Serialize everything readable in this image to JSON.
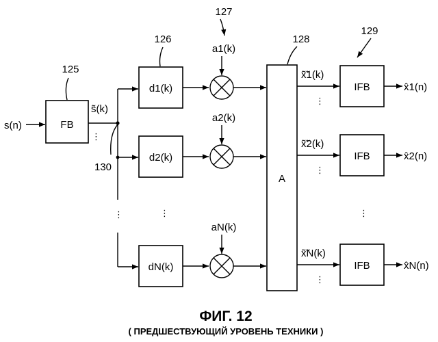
{
  "figure": {
    "title": "ФИГ. 12",
    "subtitle": "( ПРЕДШЕСТВУЮЩИЙ УРОВЕНЬ ТЕХНИКИ )"
  },
  "input_label": "s(n)",
  "fb": {
    "label": "FB",
    "ref": "125"
  },
  "fb_output_label": "s̃(k)",
  "node_ref": "130",
  "delay_ref": "126",
  "weight_ref": "127",
  "matrix": {
    "label": "A",
    "ref": "128"
  },
  "ifb_ref": "129",
  "channels": [
    {
      "delay": "d1(k)",
      "weight": "a1(k)",
      "mixed": "x̃̃1(k)",
      "ifb": "IFB",
      "output": "x̂1(n)"
    },
    {
      "delay": "d2(k)",
      "weight": "a2(k)",
      "mixed": "x̃̃2(k)",
      "ifb": "IFB",
      "output": "x̂2(n)"
    },
    {
      "delay": "dN(k)",
      "weight": "aN(k)",
      "mixed": "x̃̃N(k)",
      "ifb": "IFB",
      "output": "x̂N(n)"
    }
  ],
  "ellipsis": "⋮"
}
